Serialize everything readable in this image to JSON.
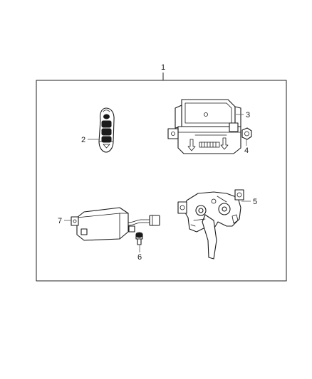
{
  "diagram": {
    "callouts": {
      "kit": "1",
      "key_fob": "2",
      "module": "3",
      "nut": "4",
      "latch": "5",
      "bolt": "6",
      "sensor": "7"
    }
  }
}
